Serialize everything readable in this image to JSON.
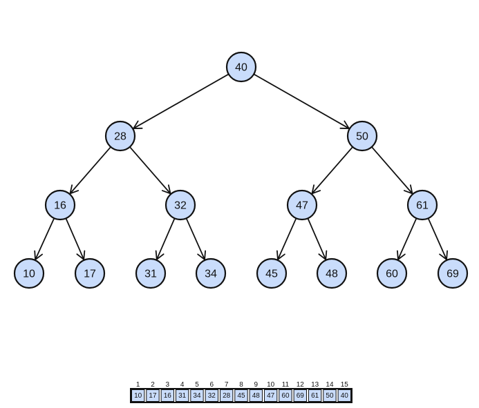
{
  "colors": {
    "node_fill": "#c9dcfb",
    "stroke": "#111111",
    "background": "#ffffff"
  },
  "tree": {
    "root": "40",
    "nodes": [
      {
        "id": "n40",
        "label": "40"
      },
      {
        "id": "n28",
        "label": "28"
      },
      {
        "id": "n50",
        "label": "50"
      },
      {
        "id": "n16",
        "label": "16"
      },
      {
        "id": "n32",
        "label": "32"
      },
      {
        "id": "n47",
        "label": "47"
      },
      {
        "id": "n61",
        "label": "61"
      },
      {
        "id": "n10",
        "label": "10"
      },
      {
        "id": "n17",
        "label": "17"
      },
      {
        "id": "n31",
        "label": "31"
      },
      {
        "id": "n34",
        "label": "34"
      },
      {
        "id": "n45",
        "label": "45"
      },
      {
        "id": "n48",
        "label": "48"
      },
      {
        "id": "n60",
        "label": "60"
      },
      {
        "id": "n69",
        "label": "69"
      }
    ],
    "edges": [
      {
        "from": "n40",
        "to": "n28"
      },
      {
        "from": "n40",
        "to": "n50"
      },
      {
        "from": "n28",
        "to": "n16"
      },
      {
        "from": "n28",
        "to": "n32"
      },
      {
        "from": "n50",
        "to": "n47"
      },
      {
        "from": "n50",
        "to": "n61"
      },
      {
        "from": "n16",
        "to": "n10"
      },
      {
        "from": "n16",
        "to": "n17"
      },
      {
        "from": "n32",
        "to": "n31"
      },
      {
        "from": "n32",
        "to": "n34"
      },
      {
        "from": "n47",
        "to": "n45"
      },
      {
        "from": "n47",
        "to": "n48"
      },
      {
        "from": "n61",
        "to": "n60"
      },
      {
        "from": "n61",
        "to": "n69"
      }
    ]
  },
  "array": {
    "indices": [
      "1",
      "2",
      "3",
      "4",
      "5",
      "6",
      "7",
      "8",
      "9",
      "10",
      "11",
      "12",
      "13",
      "14",
      "15"
    ],
    "values": [
      "10",
      "17",
      "16",
      "31",
      "34",
      "32",
      "28",
      "45",
      "48",
      "47",
      "60",
      "69",
      "61",
      "50",
      "40"
    ]
  }
}
